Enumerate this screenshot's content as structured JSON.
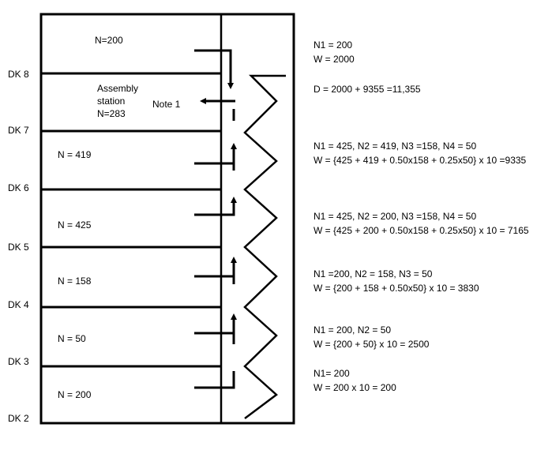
{
  "deck_labels": [
    "DK 8",
    "DK 7",
    "DK 6",
    "DK 5",
    "DK 4",
    "DK 3",
    "DK 2"
  ],
  "areas": {
    "top": "N=200",
    "assembly_line1": "Assembly",
    "assembly_line2": "station",
    "assembly_line3": "N=283",
    "note": "Note 1",
    "dk6_7": "N  = 419",
    "dk5_6": "N = 425",
    "dk4_5": "N = 158",
    "dk3_4": "N = 50",
    "dk2_3": "N = 200"
  },
  "calculations": {
    "c1_line1": "N1 = 200",
    "c1_line2": "W = 2000",
    "c2_line1": "D = 2000 + 9355 =11,355",
    "c3_line1": "N1 = 425, N2 = 419, N3 =158, N4 = 50",
    "c3_line2": "W =  {425 + 419 + 0.50x158 + 0.25x50} x 10 =9335",
    "c4_line1": "N1 = 425, N2 = 200, N3 =158, N4 = 50",
    "c4_line2": "W =  {425 + 200 + 0.50x158 + 0.25x50} x 10 = 7165",
    "c5_line1": "N1 =200, N2 = 158, N3 = 50",
    "c5_line2": "W =  {200 + 158 + 0.50x50} x 10 = 3830",
    "c6_line1": "N1 = 200, N2 = 50",
    "c6_line2": "W = {200 + 50} x 10 = 2500",
    "c7_line1": "N1= 200",
    "c7_line2": "W = 200 x 10 = 200"
  },
  "colors": {
    "line": "#000000",
    "background": "#ffffff"
  }
}
